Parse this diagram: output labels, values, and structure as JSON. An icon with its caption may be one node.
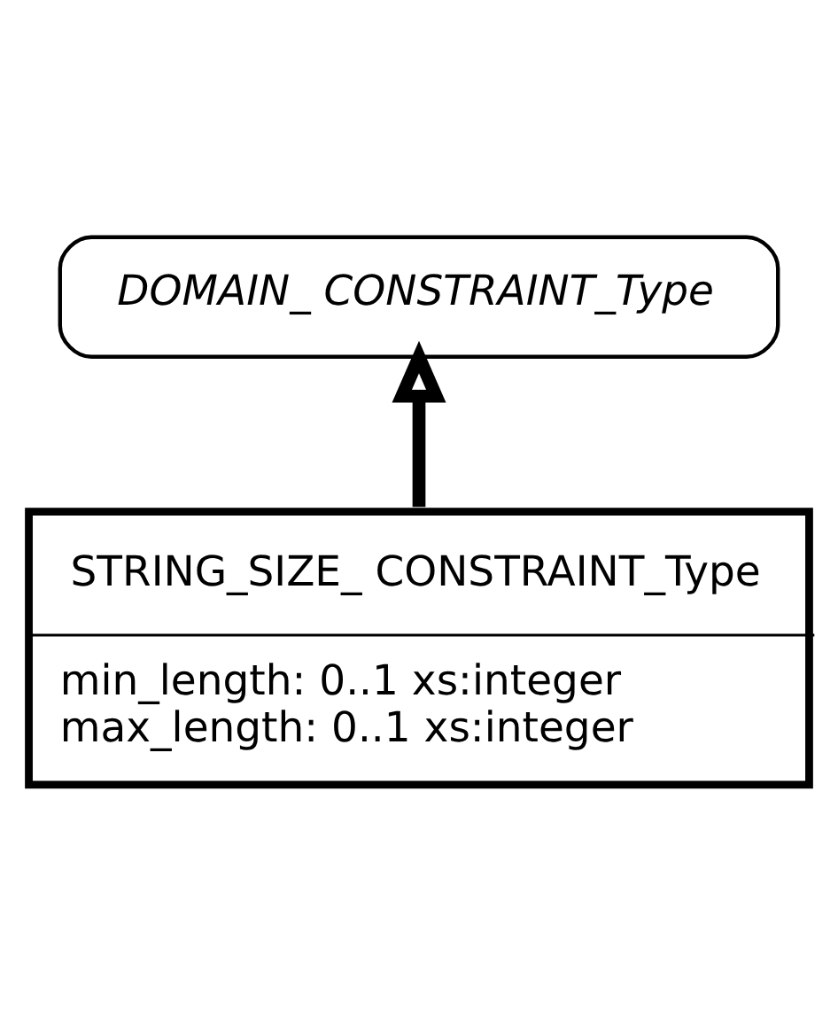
{
  "diagram": {
    "nodes": [
      {
        "text": [
          "DOMAIN_ CONSTRAINT_Type"
        ]
      },
      {
        "text": [
          "STRING_SIZE_ CONSTRAINT_Type",
          "min_length: 0..1 xs:integer",
          "max_length: 0..1 xs:integer"
        ]
      }
    ],
    "edges": [
      {
        "from": 1,
        "to": 0,
        "arrow": "to"
      }
    ]
  }
}
